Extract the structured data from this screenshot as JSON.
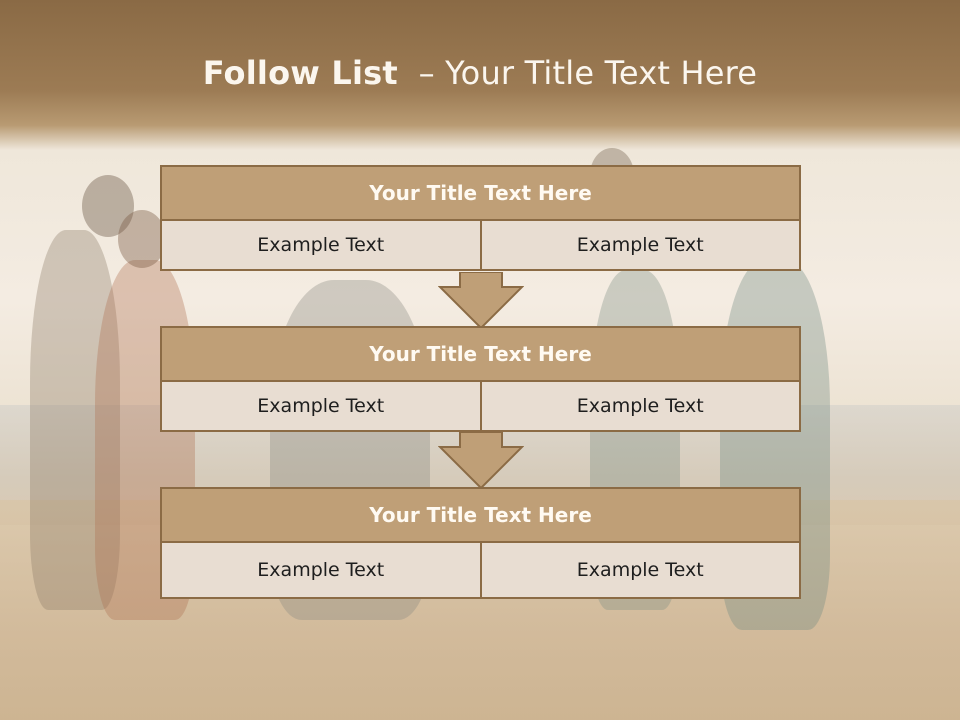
{
  "header": {
    "title_bold": "Follow List",
    "title_rest": "– Your Title Text Here"
  },
  "steps": [
    {
      "title": "Your Title Text Here",
      "left": "Example Text",
      "right": "Example Text"
    },
    {
      "title": "Your Title Text Here",
      "left": "Example Text",
      "right": "Example Text"
    },
    {
      "title": "Your Title Text Here",
      "left": "Example Text",
      "right": "Example Text"
    }
  ],
  "colors": {
    "title_fill": "#bf9f77",
    "border": "#8b6b45",
    "cell_fill": "#e8ddd2",
    "arrow_fill": "#bf9f77"
  }
}
